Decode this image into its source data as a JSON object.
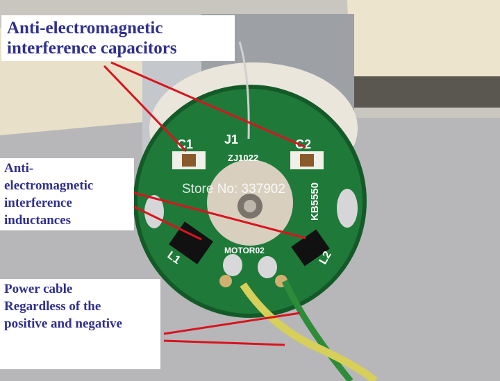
{
  "labels": {
    "capacitors": {
      "line1": "Anti-electromagnetic",
      "line2": "interference capacitors"
    },
    "inductances": {
      "line1": "Anti-",
      "line2": "electromagnetic",
      "line3": "interference",
      "line4": "inductances"
    },
    "power": {
      "line1": "Power cable",
      "line2": "Regardless of the",
      "line3": "positive and negative"
    }
  },
  "pcb": {
    "c1": "C1",
    "j1": "J1",
    "c2": "C2",
    "model": "ZJ1022",
    "kb": "KB5550",
    "motor": "MOTOR02",
    "l1": "L1",
    "l2": "L2"
  },
  "watermark": "Store No: 337902",
  "colors": {
    "label_text": "#2f2f8f",
    "pointer_line": "#d8141e",
    "pcb_green": "#1f7a3a",
    "wire_green": "#2e8b3a",
    "wire_yellow": "#d6cf5a"
  }
}
